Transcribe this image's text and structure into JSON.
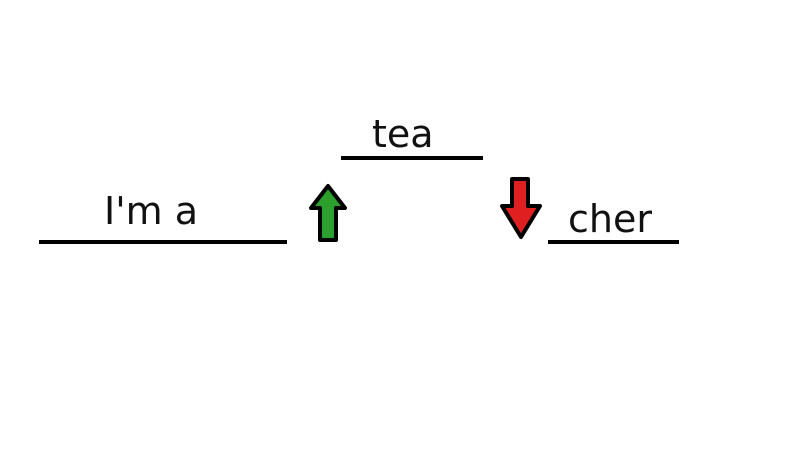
{
  "words": {
    "first": "I'm a",
    "second": "tea",
    "third": "cher"
  },
  "icons": {
    "up": "up-arrow-icon",
    "down": "down-arrow-icon"
  },
  "colors": {
    "up_arrow": "#2ca02c",
    "down_arrow": "#e02020",
    "lines": "#000000",
    "text": "#111111"
  }
}
